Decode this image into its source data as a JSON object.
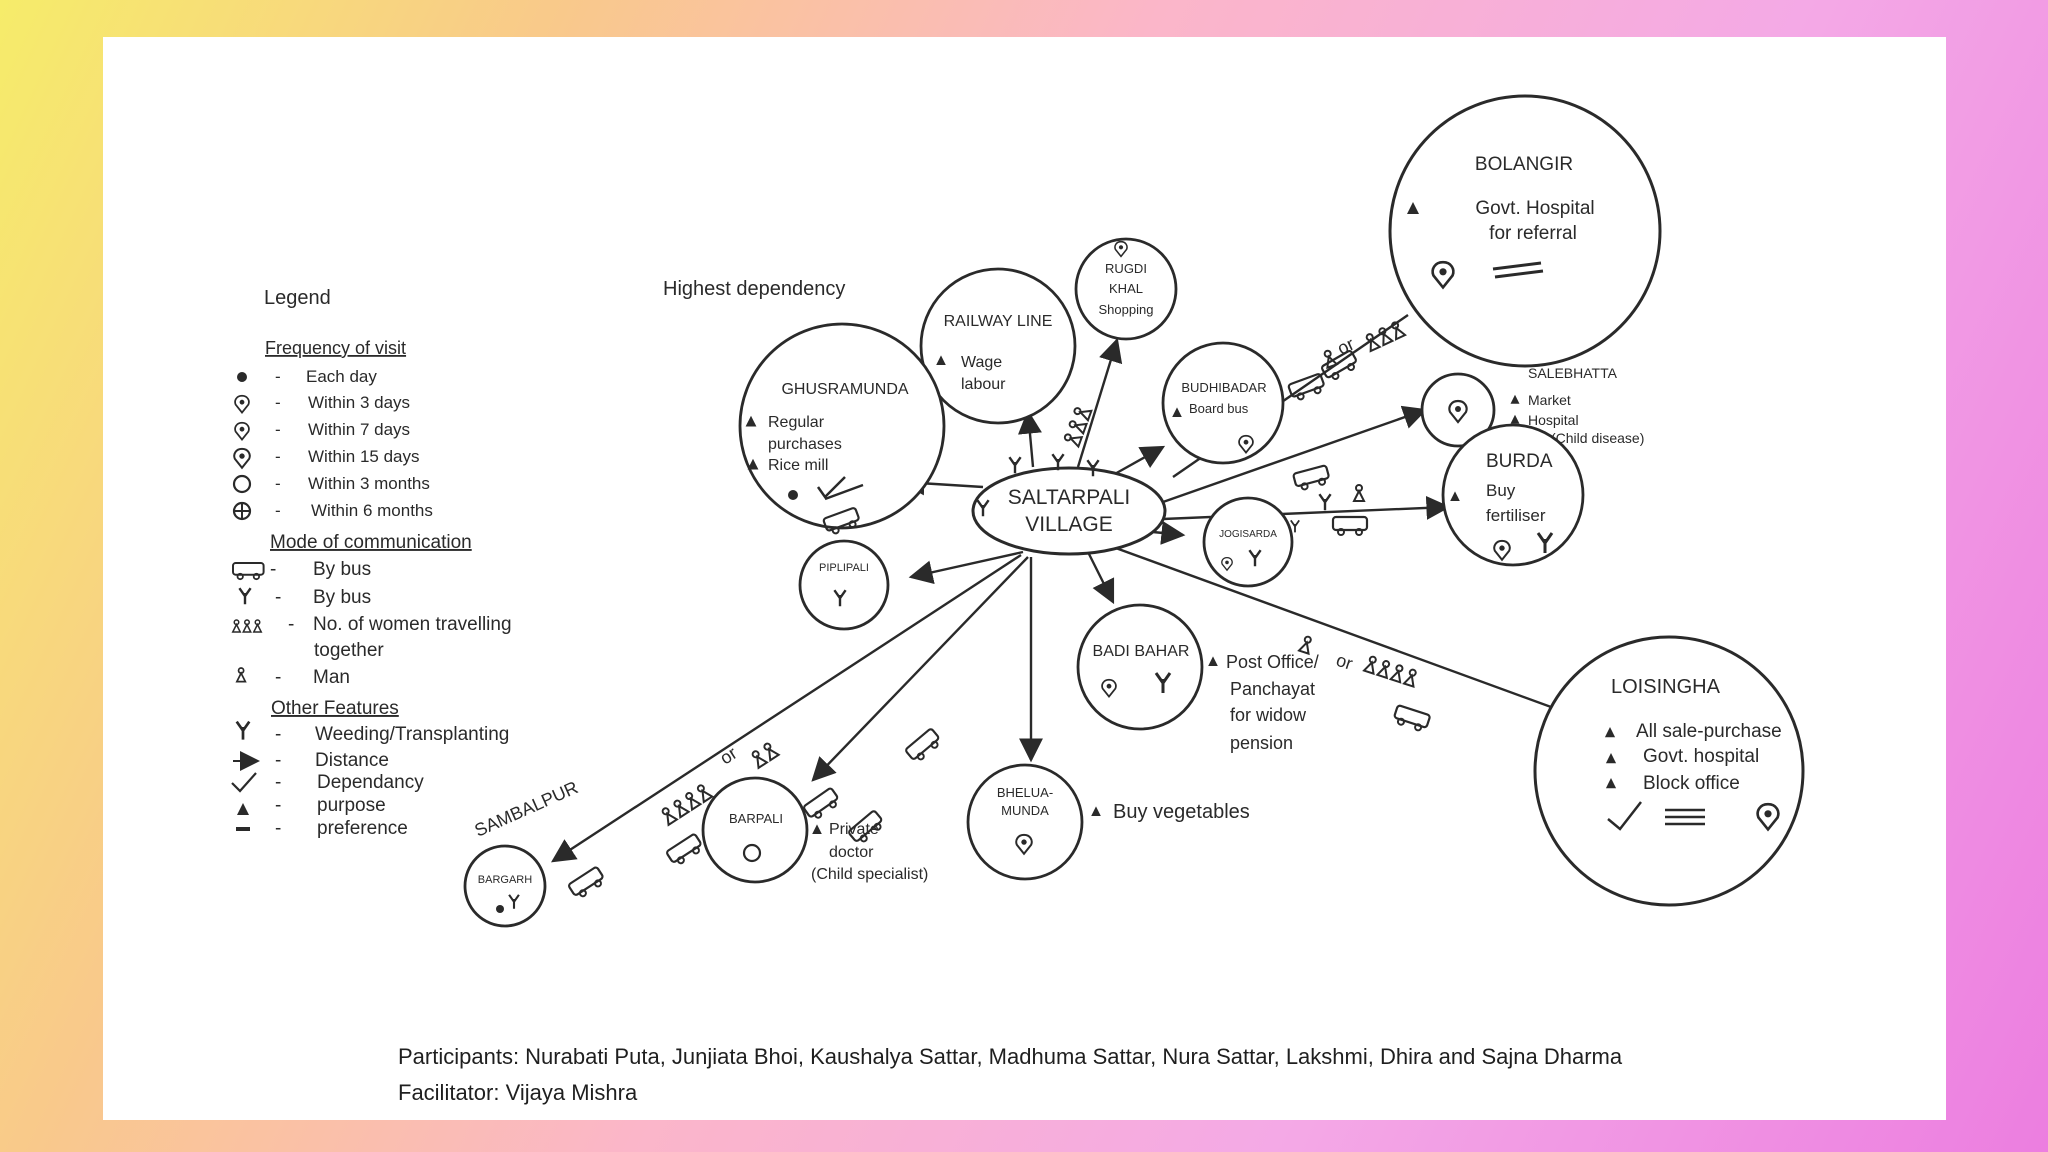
{
  "legend": {
    "title": "Legend",
    "frequency_heading": "Frequency of visit",
    "frequency_items": [
      "Each day",
      "Within 3 days",
      "Within 7 days",
      "Within 15 days",
      "Within 3 months",
      "Within 6 months"
    ],
    "mode_heading": "Mode of communication",
    "mode_items": [
      "By bus",
      "By bus",
      "No. of women travelling",
      "together",
      "Man"
    ],
    "other_heading": "Other Features",
    "other_items": [
      "Weeding/Transplanting",
      "Distance",
      "Dependancy",
      "purpose",
      "preference"
    ]
  },
  "highest_dependency": "Highest dependency",
  "center": {
    "line1": "SALTARPALI",
    "line2": "VILLAGE"
  },
  "places": {
    "bolangir": {
      "name": "BOLANGIR",
      "line1": "Govt. Hospital",
      "line2": "for referral"
    },
    "rugdi": {
      "line1": "RUGDI",
      "line2": "KHAL",
      "line3": "Shopping"
    },
    "railway": {
      "name": "RAILWAY LINE",
      "line1": "Wage",
      "line2": "labour"
    },
    "ghusramunda": {
      "name": "GHUSRAMUNDA",
      "line1": "Regular",
      "line2": "purchases",
      "line3": "Rice mill"
    },
    "budhibadar": {
      "name": "BUDHIBADAR",
      "line1": "Board bus"
    },
    "salebhatta": {
      "name": "SALEBHATTA",
      "line1": "Market",
      "line2": "Hospital",
      "line3": "(Child disease)"
    },
    "burda": {
      "name": "BURDA",
      "line1": "Buy",
      "line2": "fertiliser"
    },
    "jogisarda": {
      "name": "JOGISARDA"
    },
    "pipilipali": {
      "name": "PIPLIPALI"
    },
    "badibahar": {
      "name": "BADI BAHAR",
      "line1": "Post Office/",
      "line2": "Panchayat",
      "line3": "for widow",
      "line4": "pension"
    },
    "loisingha": {
      "name": "LOISINGHA",
      "line1": "All sale-purchase",
      "line2": "Govt. hospital",
      "line3": "Block office"
    },
    "bhelua": {
      "line1": "BHELUA-",
      "line2": "MUNDA",
      "note": "Buy vegetables"
    },
    "barpali": {
      "name": "BARPALI",
      "line1": "Private",
      "line2": "doctor",
      "line3": "(Child specialist)"
    },
    "sambalpur": {
      "name": "SAMBALPUR"
    },
    "bargarh": {
      "name": "BARGARH"
    }
  },
  "link_labels": {
    "or": "or"
  },
  "footer": {
    "participants": "Participants: Nurabati Puta, Junjiata Bhoi, Kaushalya Sattar, Madhuma Sattar, Nura Sattar, Lakshmi, Dhira  and Sajna Dharma",
    "facilitator": "Facilitator:  Vijaya Mishra"
  },
  "colors": {
    "ink": "#2a2a2a",
    "slide": "#ffffff"
  }
}
